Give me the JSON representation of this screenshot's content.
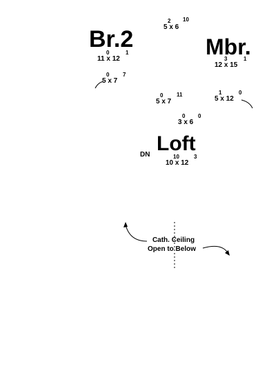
{
  "rooms": {
    "br2": {
      "label": "Br.2",
      "dim": "11 x 12",
      "sup_left": "0",
      "sup_right": "1"
    },
    "mbr": {
      "label": "Mbr.",
      "dim": "12 x 15",
      "sup_left": "3",
      "sup_right": "1"
    },
    "loft": {
      "label": "Loft",
      "dim": "10 x 12",
      "sup_left": "10",
      "sup_right": "3"
    }
  },
  "dims": {
    "top": {
      "text": "5 x 6",
      "sup_left": "2",
      "sup_right": "10"
    },
    "left_mid": {
      "text": "5 x 7",
      "sup_left": "0",
      "sup_right": "7"
    },
    "center": {
      "text": "5 x 7",
      "sup_left": "0",
      "sup_right": "11"
    },
    "right_mid": {
      "text": "5 x 12",
      "sup_left": "1",
      "sup_right": "0"
    },
    "center_small": {
      "text": "3 x 6",
      "sup_left": "0",
      "sup_right": "0"
    }
  },
  "labels": {
    "dn": "DN",
    "cath_line1": "Cath. Ceiling",
    "cath_line2": "Open to Below"
  },
  "colors": {
    "ink": "#000000",
    "background": "#ffffff"
  }
}
